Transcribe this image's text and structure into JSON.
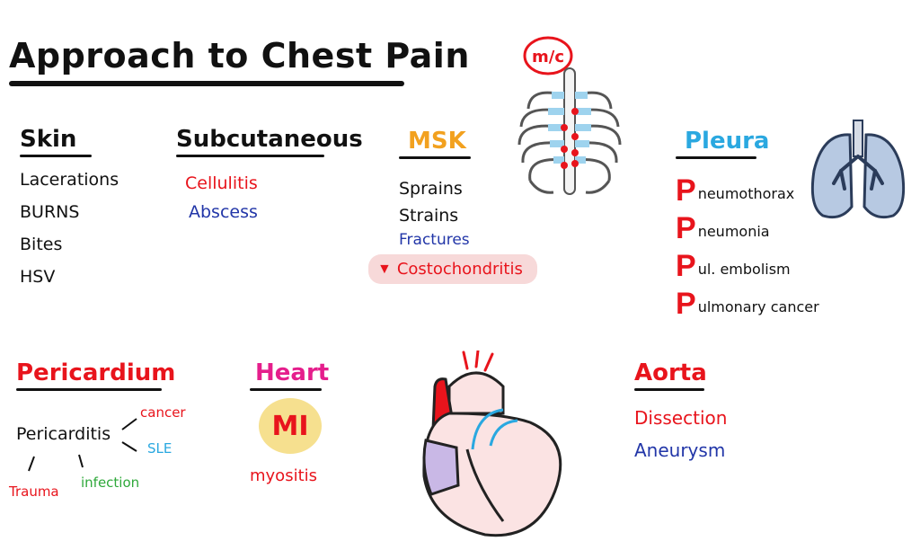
{
  "title": "Approach to Chest Pain",
  "skin": {
    "heading": "Skin",
    "items": [
      "Lacerations",
      "BURNS",
      "Bites",
      "HSV"
    ]
  },
  "subcutaneous": {
    "heading": "Subcutaneous",
    "items": [
      "Cellulitis",
      "Abscess"
    ]
  },
  "msk": {
    "heading": "MSK",
    "items": [
      "Sprains",
      "Strains",
      "Fractures",
      "Costochondritis"
    ]
  },
  "ribcage_badge": "m/c",
  "pleura": {
    "heading": "Pleura",
    "items": [
      {
        "letter": "P",
        "rest": "neumothorax"
      },
      {
        "letter": "P",
        "rest": "neumonia"
      },
      {
        "letter": "P",
        "rest": "ul. embolism"
      },
      {
        "letter": "P",
        "rest": "ulmonary cancer"
      }
    ]
  },
  "pericardium": {
    "heading": "Pericardium",
    "center": "Pericarditis",
    "causes": [
      "cancer",
      "SLE",
      "Trauma",
      "infection"
    ]
  },
  "heart": {
    "heading": "Heart",
    "mi": "MI",
    "item": "myositis"
  },
  "aorta": {
    "heading": "Aorta",
    "items": [
      "Dissection",
      "Aneurysm"
    ]
  },
  "colors": {
    "red": "#e8141c",
    "blue": "#2236a8",
    "orange": "#f2a11f",
    "magenta": "#e51e8c",
    "green": "#2ea83a",
    "lightblue": "#2aa8e0"
  }
}
